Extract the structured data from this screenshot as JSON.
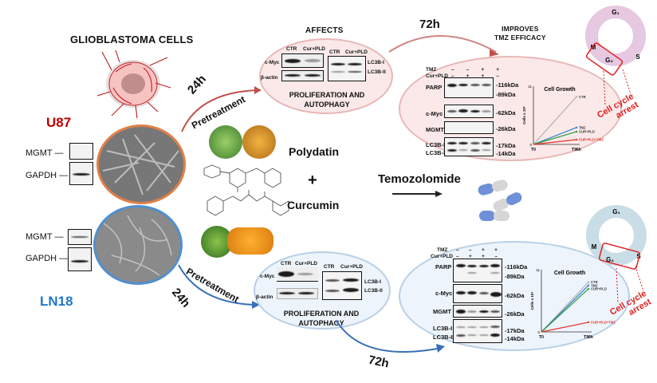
{
  "header": {
    "glioblastoma_title": "GLIOBLASTOMA CELLS",
    "affects": "AFFECTS",
    "improves_line1": "IMPROVES",
    "improves_line2": "TMZ EFFICACY"
  },
  "cell_lines": [
    {
      "name": "U87",
      "color": "#c00000",
      "wb_rows": [
        "MGMT",
        "GAPDH"
      ]
    },
    {
      "name": "LN18",
      "color": "#1f78c8",
      "wb_rows": [
        "MGMT",
        "GAPDH"
      ]
    }
  ],
  "arrows": {
    "top_pretreatment": "Pretreatment",
    "top_time": "24h",
    "top_72h": "72h",
    "bottom_pretreatment": "Pretreatment",
    "bottom_time": "24h",
    "bottom_72h": "72h"
  },
  "compounds": {
    "polydatin": "Polydatin",
    "plus": "+",
    "curcumin": "Curcumin",
    "temozolomide": "Temozolomide"
  },
  "affects_panels": [
    {
      "lanes": [
        "CTR",
        "Cur+PLD"
      ],
      "rows": [
        "c-Myc",
        "β-actin"
      ],
      "lc3_lanes": [
        "CTR",
        "Cur+PLD"
      ],
      "lc3_rows": [
        "LC3B-I",
        "LC3B-II"
      ],
      "caption_line1": "PROLIFERATION AND",
      "caption_line2": "AUTOPHAGY",
      "fill": "#fbe9e9",
      "border": "#e8b7b7"
    },
    {
      "lanes": [
        "CTR",
        "Cur+PLD"
      ],
      "rows": [
        "c-Myc",
        "β-actin"
      ],
      "lc3_lanes": [
        "CTR",
        "Cur+PLD"
      ],
      "lc3_rows": [
        "LC3B-I",
        "LC3B-II"
      ],
      "caption_line1": "PROLIFERATION AND",
      "caption_line2": "AUTOPHAGY",
      "fill": "#edf4fb",
      "border": "#b7cfe6"
    }
  ],
  "efficacy_panels": [
    {
      "treatment_rows": [
        {
          "label": "TMZ",
          "values": [
            "–",
            "–",
            "+",
            "+"
          ]
        },
        {
          "label": "Cur+PLD",
          "values": [
            "–",
            "+",
            "+",
            "–"
          ]
        }
      ],
      "proteins": [
        "PARP",
        "c-Myc",
        "MGMT",
        "LC3B-I",
        "LC3B-II"
      ],
      "kda": [
        "-116kDa",
        "-89kDa",
        "-62kDa",
        "-26kDa",
        "-17kDa",
        "-14kDa"
      ]
    },
    {
      "treatment_rows": [
        {
          "label": "TMZ",
          "values": [
            "–",
            "–",
            "+",
            "+"
          ]
        },
        {
          "label": "Cur+PLD",
          "values": [
            "–",
            "+",
            "+",
            "–"
          ]
        }
      ],
      "proteins": [
        "PARP",
        "c-Myc",
        "MGMT",
        "LC3B-I",
        "LC3B-II"
      ],
      "kda": [
        "-116kDa",
        "-89kDa",
        "-62kDa",
        "-26kDa",
        "-17kDa",
        "-14kDa"
      ]
    }
  ],
  "chart_data": [
    {
      "type": "line",
      "title": "Cell Growth",
      "xlabel": "",
      "ylabel": "Cells x 10⁶",
      "x": [
        "T0",
        "T96h"
      ],
      "ylim": [
        0,
        11
      ],
      "y_ticks": [
        "0",
        "11"
      ],
      "series": [
        {
          "name": "CTR",
          "color": "#b0b0b0",
          "values": [
            0,
            9
          ]
        },
        {
          "name": "TMZ",
          "color": "#2f7fd0",
          "values": [
            0,
            3.2
          ]
        },
        {
          "name": "CUR+PLD",
          "color": "#2e9b3a",
          "values": [
            0,
            2.4
          ]
        },
        {
          "name": "CUR+PLD+TMZ",
          "color": "#e0302a",
          "values": [
            0,
            0.9
          ]
        }
      ]
    },
    {
      "type": "line",
      "title": "Cell Growth",
      "xlabel": "",
      "ylabel": "Cells x 10⁶",
      "x": [
        "T0",
        "T96h"
      ],
      "ylim": [
        0,
        11
      ],
      "y_ticks": [
        "0",
        "11"
      ],
      "series": [
        {
          "name": "CTR",
          "color": "#b0b0b0",
          "values": [
            0,
            8.8
          ]
        },
        {
          "name": "TMZ",
          "color": "#2f7fd0",
          "values": [
            0,
            8.2
          ]
        },
        {
          "name": "CUR+PLD",
          "color": "#2e9b3a",
          "values": [
            0,
            7.6
          ]
        },
        {
          "name": "CUR+PLD+TMZ",
          "color": "#e0302a",
          "values": [
            0,
            1.7
          ]
        }
      ]
    }
  ],
  "cell_cycle": [
    {
      "phases": [
        "G₁",
        "M",
        "G₂",
        "S"
      ],
      "arrest_label_line1": "Cell cycle",
      "arrest_label_line2": "arrest",
      "ring_color": "#e6c8e0"
    },
    {
      "phases": [
        "G₁",
        "M",
        "G₂",
        "S"
      ],
      "arrest_label_line1": "Cell cycle",
      "arrest_label_line2": "arrest",
      "ring_color": "#c9dde6"
    }
  ]
}
